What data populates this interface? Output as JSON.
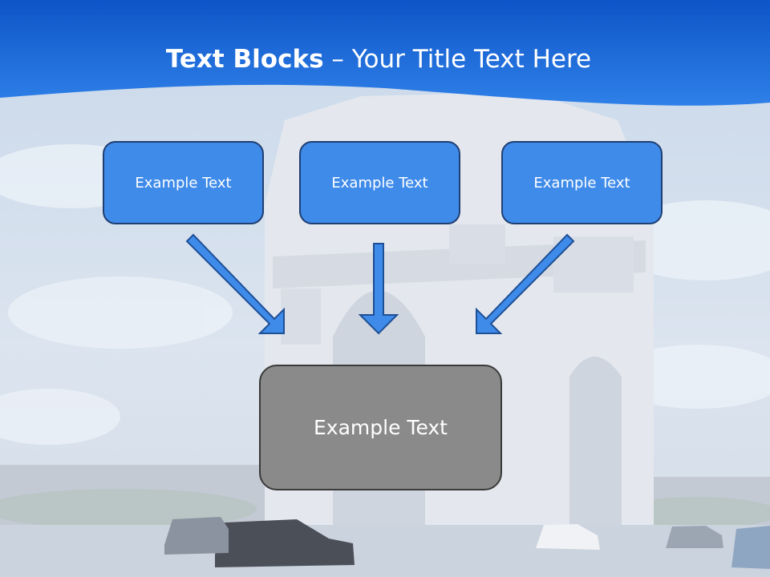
{
  "slide": {
    "title_bold": "Text Blocks",
    "title_dash": " – ",
    "title_rest": "Your Title Text Here",
    "top_boxes": [
      "Example Text",
      "Example Text",
      "Example Text"
    ],
    "main_box": "Example Text"
  },
  "colors": {
    "header_blue": "#1f6fe0",
    "box_blue": "#3f8bea",
    "box_border": "#1f3f73",
    "main_box_gray": "#8a8a8a",
    "arrow_blue": "#3f8bea"
  }
}
